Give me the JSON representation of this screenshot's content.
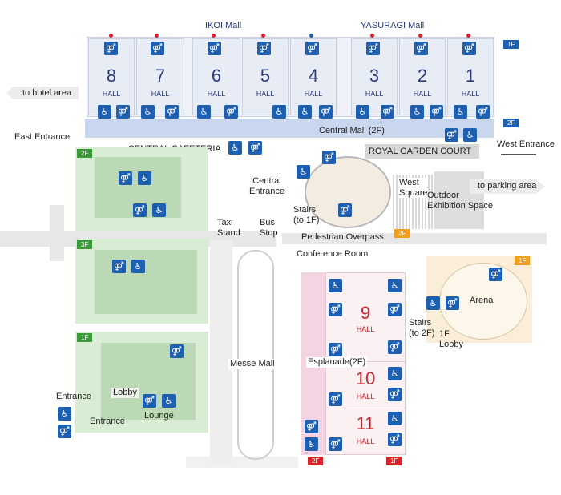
{
  "mall_labels": {
    "ikoi": "IKOI Mall",
    "yasuragi": "YASURAGI Mall"
  },
  "halls_top": [
    {
      "num": "8",
      "word": "HALL"
    },
    {
      "num": "7",
      "word": "HALL"
    },
    {
      "num": "6",
      "word": "HALL"
    },
    {
      "num": "5",
      "word": "HALL"
    },
    {
      "num": "4",
      "word": "HALL"
    },
    {
      "num": "3",
      "word": "HALL"
    },
    {
      "num": "2",
      "word": "HALL"
    },
    {
      "num": "1",
      "word": "HALL"
    }
  ],
  "halls_lower": [
    {
      "num": "9",
      "word": "HALL"
    },
    {
      "num": "10",
      "word": "HALL"
    },
    {
      "num": "11",
      "word": "HALL"
    }
  ],
  "floor_badges": {
    "top_1f": "1F",
    "top_2f": "2F",
    "left_2f": "2F",
    "left_3f": "3F",
    "left_1f": "1F",
    "west_2f": "2F",
    "arena_1f": "1F",
    "bottom_2f": "2F",
    "bottom_1f": "1F"
  },
  "labels": {
    "to_hotel_area": "to hotel area",
    "east_entrance": "East Entrance",
    "central_mall": "Central Mall (2F)",
    "west_entrance": "West Entrance",
    "central_cafeteria": "CENTRAL CAFETERIA",
    "royal_garden_court": "ROYAL GARDEN COURT",
    "central_entrance": "Central\nEntrance",
    "stairs_to_1f": "Stairs\n(to 1F)",
    "west_square": "West\nSquare",
    "outdoor_exhibition_space": "Outdoor\nExhibition Space",
    "to_parking_area": "to parking area",
    "taxi_stand": "Taxi\nStand",
    "bus_stop": "Bus\nStop",
    "pedestrian_overpass": "Pedestrian Overpass",
    "conference_room": "Conference Room",
    "arena": "Arena",
    "stairs_to_2f": "Stairs\n(to 2F)",
    "lobby_1f": "1F\nLobby",
    "messe_mall": "Messe Mall",
    "esplanade": "Esplanade(2F)",
    "entrance_left": "Entrance",
    "entrance_bottom": "Entrance",
    "lobby": "Lobby",
    "lounge": "Lounge"
  },
  "icons": {
    "toilet": "toilet-icon",
    "wheelchair": "accessible-toilet-icon"
  },
  "colors": {
    "hall_fill": "#e8ecf5",
    "corridor": "#c9d7ee",
    "green_area": "#d9ecd4",
    "red_text": "#c8252c",
    "blue": "#1f5fb0"
  }
}
